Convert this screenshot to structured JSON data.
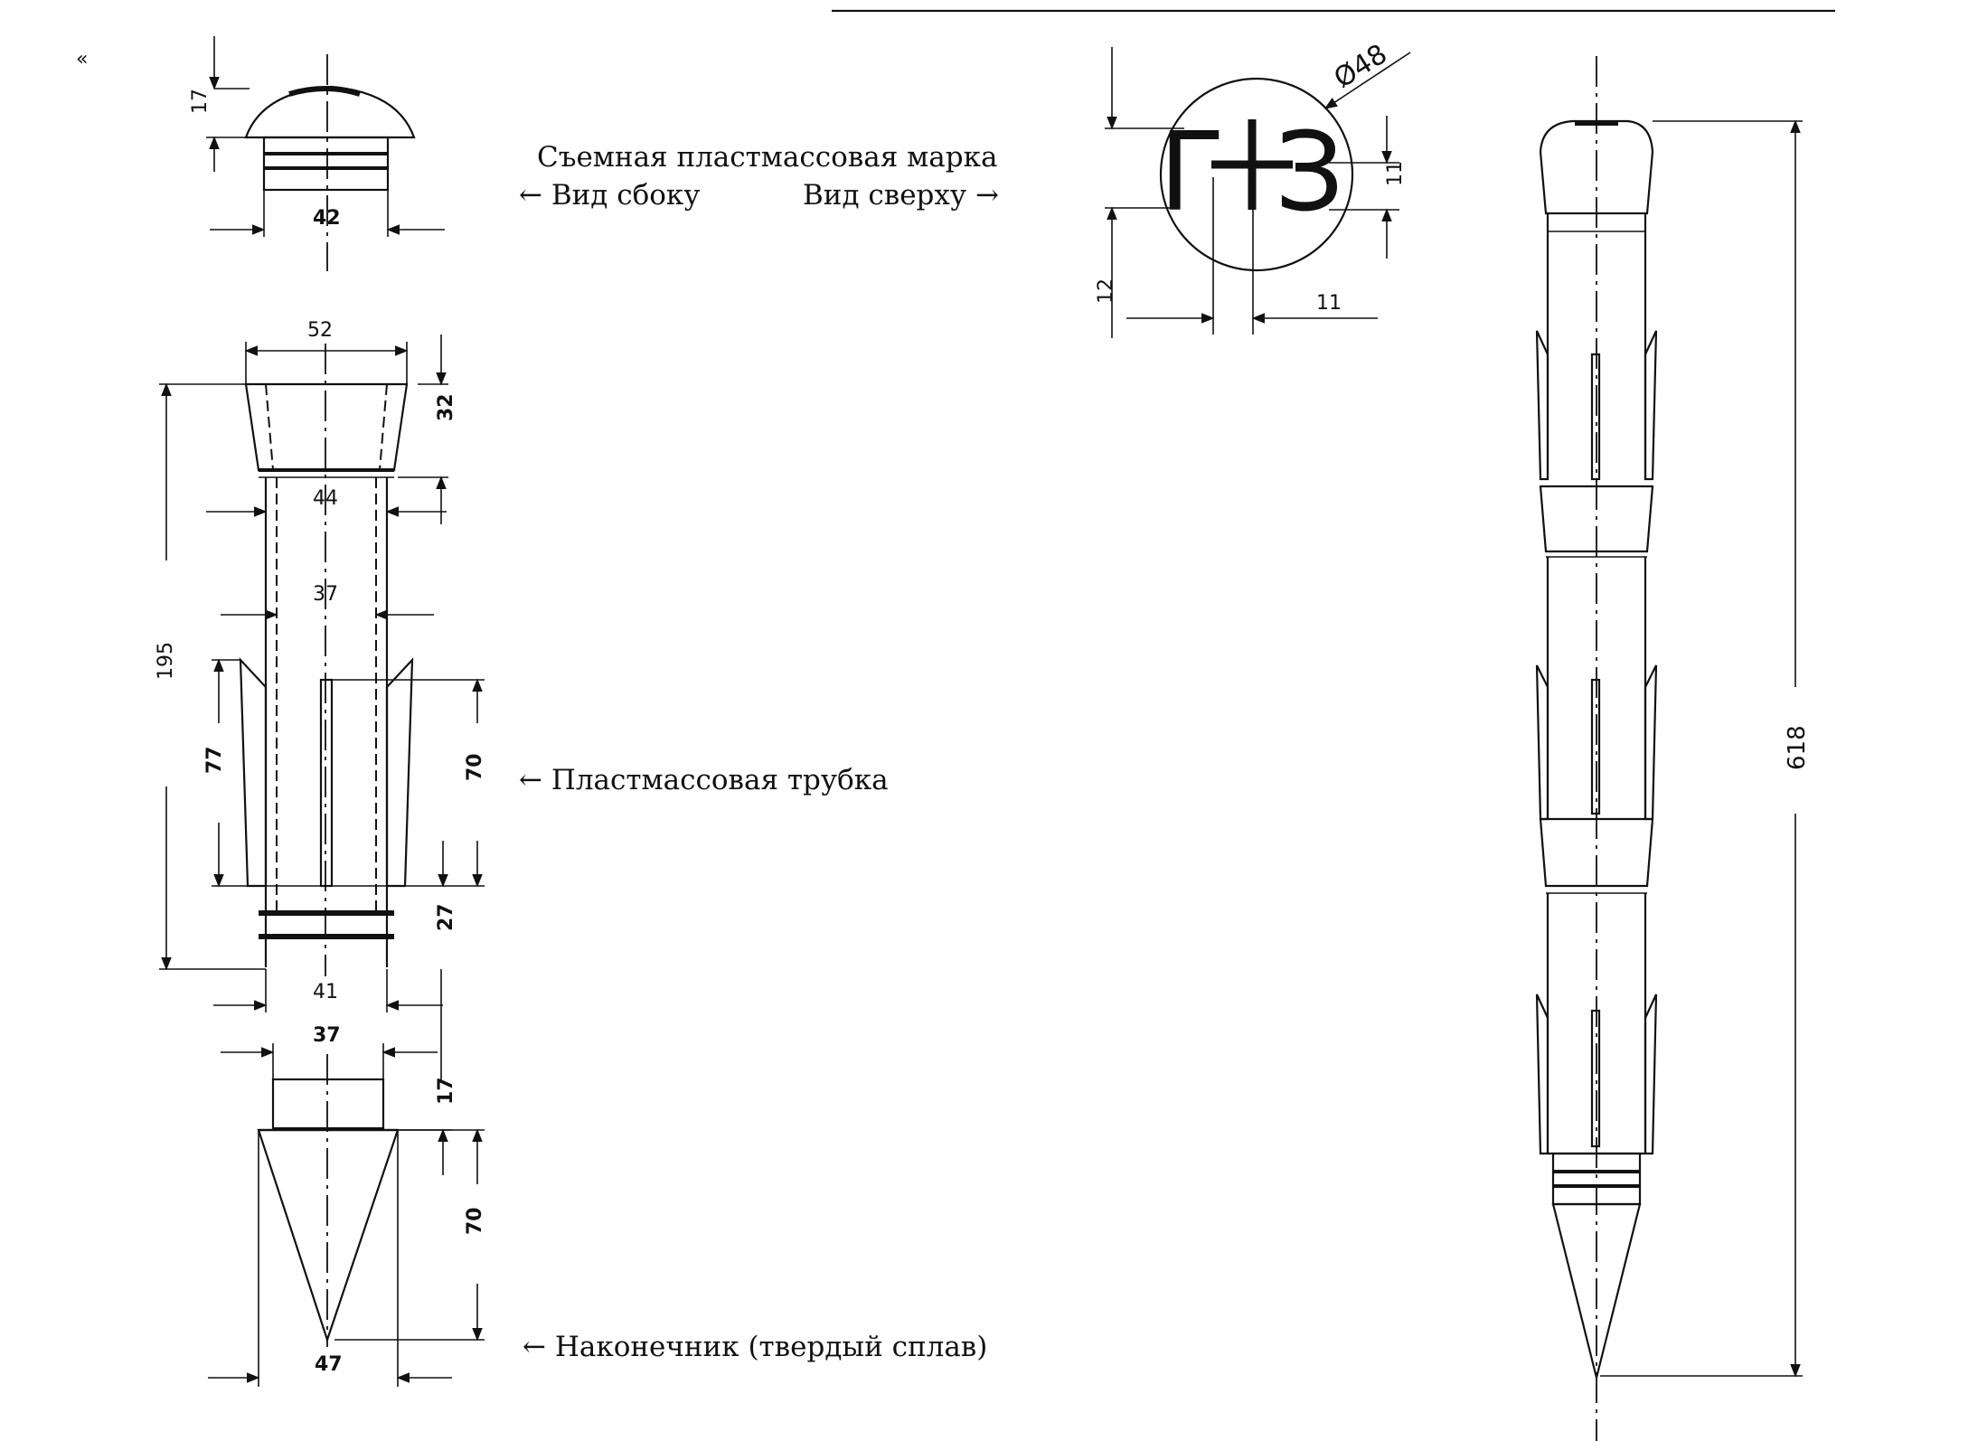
{
  "captions": {
    "marker_title": "Съемная пластмассовая марка",
    "side_view": "← Вид сбоку",
    "top_view": "Вид сверху →",
    "tube": "← Пластмассовая трубка",
    "tip": "← Наконечник (твердый сплав)"
  },
  "corner_mark": "«",
  "marker_symbol": {
    "left": "Г",
    "right": "З"
  },
  "dims": {
    "cap_height": "17",
    "cap_width": "42",
    "marker_diameter": "Ø48",
    "marker_letter_height": "11",
    "marker_offset_left": "12",
    "marker_offset_bottom": "11",
    "tube_top_width": "52",
    "tube_top_height": "32",
    "tube_outer": "44",
    "tube_inner": "37",
    "tube_total_height": "195",
    "fin_height": "77",
    "slot_height": "70",
    "ring_height": "27",
    "tube_bottom_width": "41",
    "tip_neck_width": "37",
    "tip_neck_height": "17",
    "tip_cone_height": "70",
    "tip_width": "47",
    "assembly_length": "618"
  }
}
